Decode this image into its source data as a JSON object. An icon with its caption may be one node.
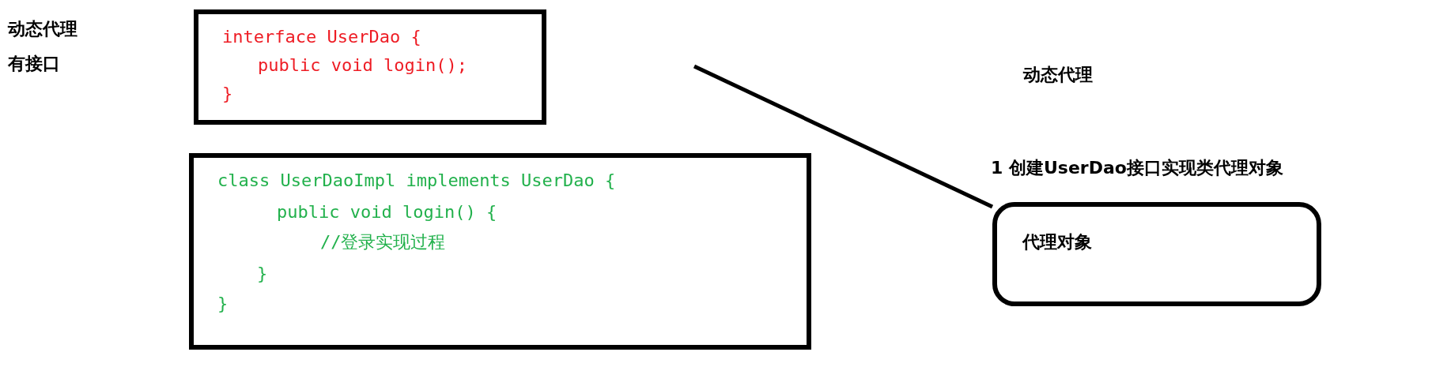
{
  "diagram": {
    "nodes": [
      {
        "text": [
          "interface UserDao {",
          "public void login();",
          "}"
        ]
      },
      {
        "text": [
          "class UserDaoImpl implements UserDao {",
          "public void login() {",
          "//登录实现过程",
          "}",
          "}"
        ]
      },
      {
        "text": [
          "代理对象"
        ]
      }
    ],
    "edges": [
      {
        "from": null,
        "to": 2,
        "arrow": "none"
      }
    ],
    "labels": [
      "动态代理",
      "有接口",
      "动态代理",
      "1 创建UserDao接口实现类代理对象"
    ]
  }
}
